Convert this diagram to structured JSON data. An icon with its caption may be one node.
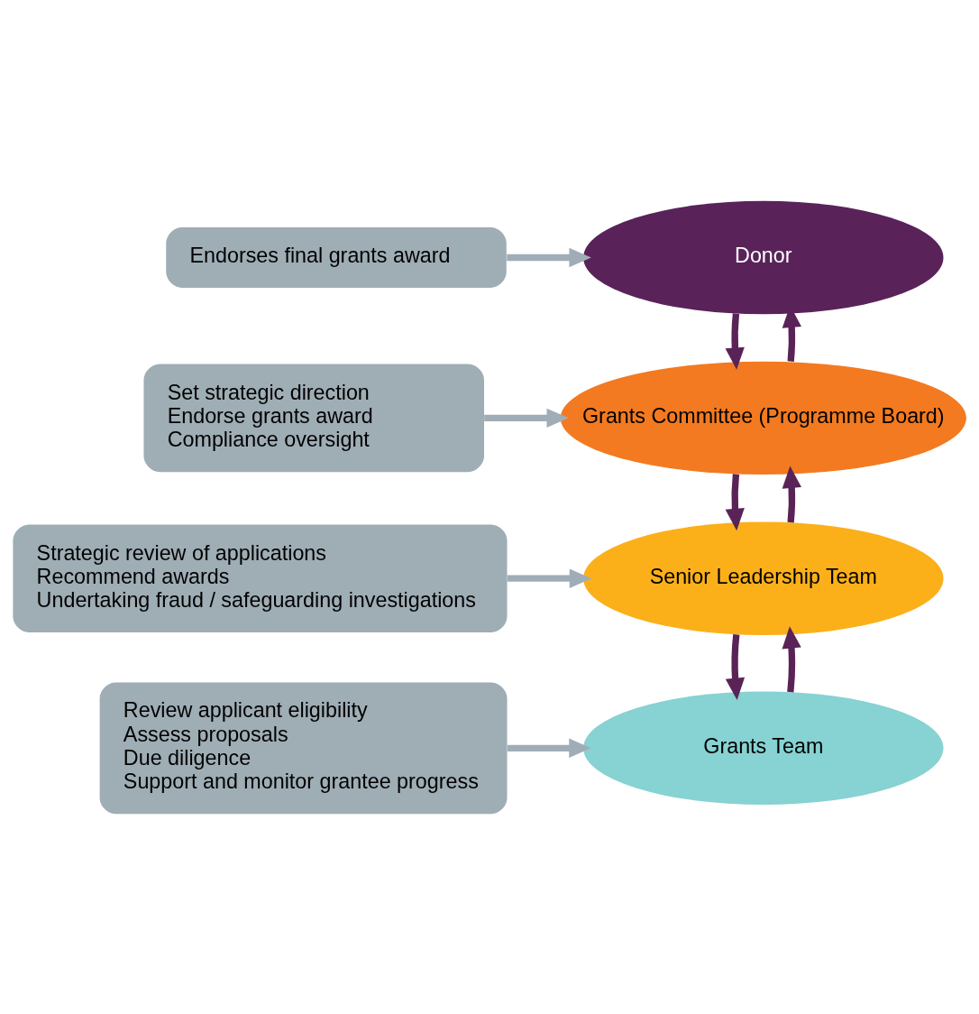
{
  "diagram": {
    "nodes": [
      {
        "text": [
          "Endorses final grants award"
        ]
      },
      {
        "text": [
          "Donor"
        ]
      },
      {
        "text": [
          "Set strategic direction",
          "Endorse grants award",
          "Compliance oversight"
        ]
      },
      {
        "text": [
          "Grants Committee (Programme Board)"
        ]
      },
      {
        "text": [
          "Strategic review of applications",
          "Recommend awards",
          "Undertaking fraud / safeguarding investigations"
        ]
      },
      {
        "text": [
          "Senior Leadership Team"
        ]
      },
      {
        "text": [
          "Review applicant eligibility",
          "Assess proposals",
          "Due diligence",
          "Support and monitor grantee progress"
        ]
      },
      {
        "text": [
          "Grants Team"
        ]
      }
    ],
    "edges": [
      {
        "from": 0,
        "to": 1,
        "arrow": "to",
        "color": "#a0adb6"
      },
      {
        "from": 1,
        "to": 3,
        "arrow": "to"
      },
      {
        "from": 3,
        "to": 1,
        "arrow": "to"
      },
      {
        "from": 2,
        "to": 3,
        "arrow": "to",
        "color": "#a0adb6"
      },
      {
        "from": 3,
        "to": 5,
        "arrow": "to"
      },
      {
        "from": 5,
        "to": 3,
        "arrow": "to"
      },
      {
        "from": 4,
        "to": 5,
        "arrow": "to",
        "color": "#a0adb6"
      },
      {
        "from": 5,
        "to": 7,
        "arrow": "to"
      },
      {
        "from": 7,
        "to": 5,
        "arrow": "to"
      },
      {
        "from": 6,
        "to": 7,
        "arrow": "to",
        "color": "#a0adb6"
      }
    ]
  }
}
